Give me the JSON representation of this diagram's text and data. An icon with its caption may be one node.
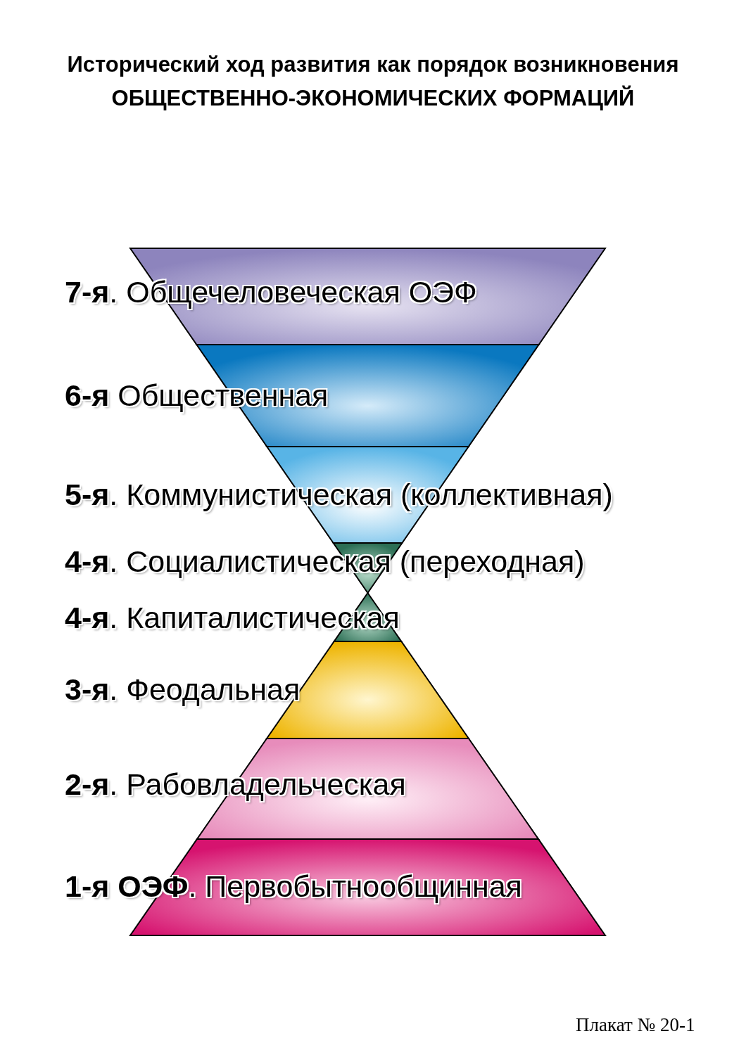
{
  "diagram": {
    "title": "Исторический ход развития как порядок возникновения ОБЩЕСТВЕННО-ЭКОНОМИЧЕСКИХ ФОРМАЦИЙ",
    "nodes": [
      {
        "text": [
          "**7-я**. Общечеловеческая ОЭФ"
        ]
      },
      {
        "text": [
          "**6-я** Общественная"
        ]
      },
      {
        "text": [
          "**5-я**. Коммунистическая (коллективная)"
        ]
      },
      {
        "text": [
          "**4-я**. Социалистическая (переходная)"
        ]
      },
      {
        "text": [
          "**4-я**. Капиталистическая"
        ]
      },
      {
        "text": [
          "**3-я**. Феодальная"
        ]
      },
      {
        "text": [
          "**2-я**. Рабовладельческая"
        ]
      },
      {
        "text": [
          "**1-я ОЭФ**. Первобытнообщинная"
        ]
      }
    ],
    "labels": [
      "Плакат № 20-1"
    ]
  }
}
